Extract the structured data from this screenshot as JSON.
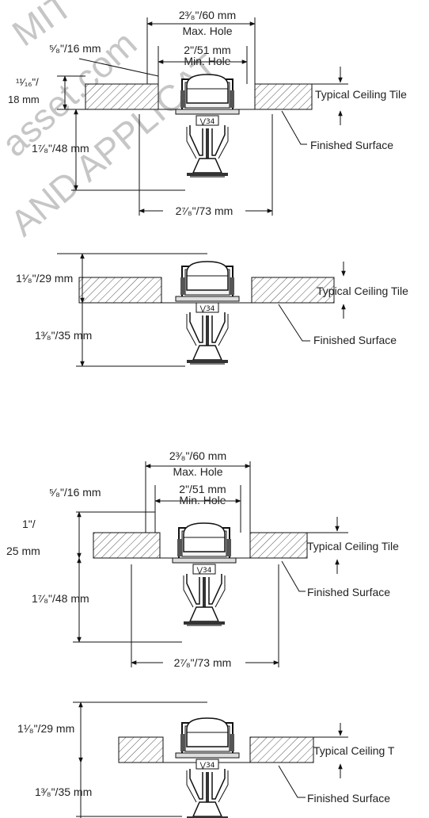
{
  "watermark": {
    "line1": "MIT",
    "line2": "asset.com",
    "line3": "AND APPLICAT"
  },
  "view1": {
    "max_hole": "2³⁄₈\"/60 mm",
    "max_hole_caption": "Max. Hole",
    "min_hole": "2\"/51 mm",
    "min_hole_caption": "Min. Hole",
    "recess": "⁵⁄₈\"/16 mm",
    "tile_line1": "¹¹⁄₁₆\"/",
    "tile_line2": "18 mm",
    "depth": "1⁷⁄₈\"/48 mm",
    "width": "2⁷⁄₈\"/73 mm",
    "ceiling": "Typical Ceiling Tile",
    "surface": "Finished Surface"
  },
  "view2": {
    "height": "1¹⁄₈\"/29 mm",
    "depth": "1³⁄₈\"/35 mm",
    "ceiling": "Typical Ceiling Tile",
    "surface": "Finished Surface"
  },
  "view3": {
    "max_hole": "2³⁄₈\"/60 mm",
    "max_hole_caption": "Max. Hole",
    "min_hole": "2\"/51 mm",
    "min_hole_caption": "Min. Hole",
    "recess": "⁵⁄₈\"/16 mm",
    "tile_line1": "1\"/",
    "tile_line2": "25 mm",
    "depth": "1⁷⁄₈\"/48 mm",
    "width": "2⁷⁄₈\"/73 mm",
    "ceiling": "Typical Ceiling Tile",
    "surface": "Finished Surface"
  },
  "view4": {
    "height": "1¹⁄₈\"/29 mm",
    "depth": "1³⁄₈\"/35 mm",
    "ceiling": "Typical Ceiling T",
    "surface": "Finished Surface"
  }
}
